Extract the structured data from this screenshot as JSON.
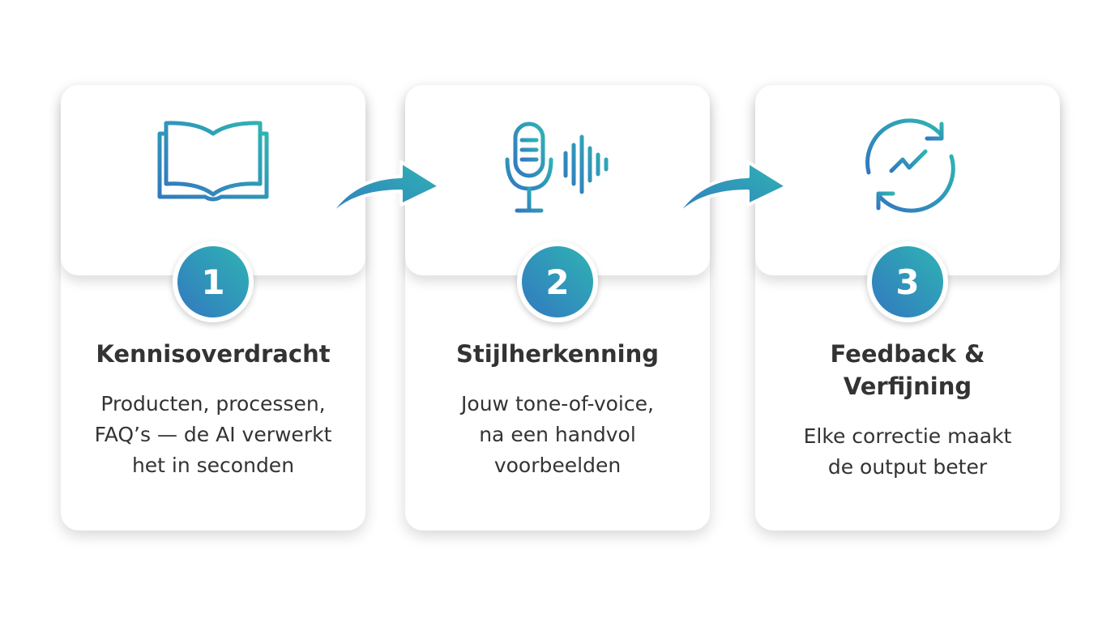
{
  "colors": {
    "gradient_start": "#3278c0",
    "gradient_end": "#2fb3b3",
    "text": "#333333"
  },
  "steps": [
    {
      "number": "1",
      "icon": "open-book-icon",
      "title": "Kennisoverdracht",
      "lines": [
        "Producten, processen,",
        "FAQ’s — de AI verwerkt",
        "het in seconden"
      ]
    },
    {
      "number": "2",
      "icon": "microphone-soundwave-icon",
      "title": "Stijlherkenning",
      "lines": [
        "Jouw tone-of-voice,",
        "na een handvol",
        "voorbeelden"
      ]
    },
    {
      "number": "3",
      "icon": "refresh-trend-icon",
      "title_lines": [
        "Feedback &",
        "Verfijning"
      ],
      "lines": [
        "Elke correctie maakt",
        "de output beter"
      ]
    }
  ]
}
